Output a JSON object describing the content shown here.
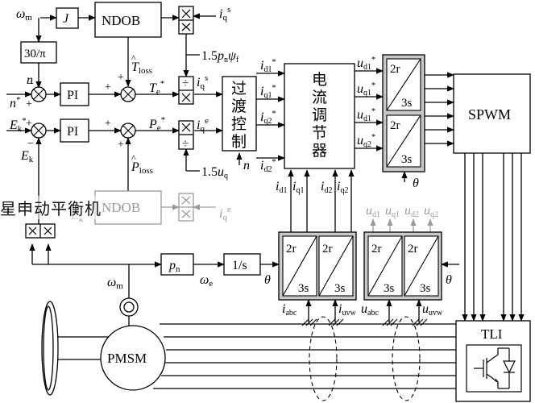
{
  "caption": "星申动平衡机",
  "blocks": {
    "J": "J",
    "NDOB": "NDOB",
    "NDOB_ghost": "NDOB",
    "gain_30pi": "30/π",
    "PI1": "PI",
    "PI2": "PI",
    "div_top": "÷",
    "div_bottom": "÷",
    "overmod": [
      "过",
      "渡",
      "控",
      "制"
    ],
    "current_reg": [
      "电",
      "流",
      "调",
      "节",
      "器"
    ],
    "r2_label": "2r",
    "s3_label": "3s",
    "spwm": "SPWM",
    "pn": "p",
    "pn_sub": "n",
    "integrator": "1/s",
    "pmsm": "PMSM",
    "tli": "TLI"
  },
  "labels": {
    "omega_m": "ω",
    "omega_m_sub": "m",
    "omega_e": "ω",
    "omega_e_sub": "e",
    "n": "n",
    "n_star": "n",
    "star": "*",
    "Ek_star": "E",
    "Ek": "E",
    "k_sub": "k",
    "T_loss": "T",
    "loss_sub": "loss",
    "P_loss": "P",
    "Te": "T",
    "Pe": "P",
    "e_sub": "e",
    "iq": "i",
    "q_sub": "q",
    "s_sup": "s",
    "e_sup": "e",
    "k15_pn_psi": "1.5",
    "pn_psi_p": "p",
    "pn_psi_psi": "ψ",
    "f_sub": "f",
    "k15_uq": "1.5",
    "uq_u": "u",
    "i_prefix": "i",
    "u_prefix": "u",
    "d1": "d1",
    "q1": "q1",
    "q2": "q2",
    "d2": "d2",
    "theta": "θ",
    "abc": "abc",
    "uvw": "uvw",
    "plus": "+",
    "minus": "−",
    "ghost_Ek": "E",
    "ghost_k": "k"
  },
  "colors": {
    "line": "#000000",
    "ghost": "#9a9a9a",
    "converter_fill": "#c8c8c8",
    "dashed": "#000000"
  }
}
